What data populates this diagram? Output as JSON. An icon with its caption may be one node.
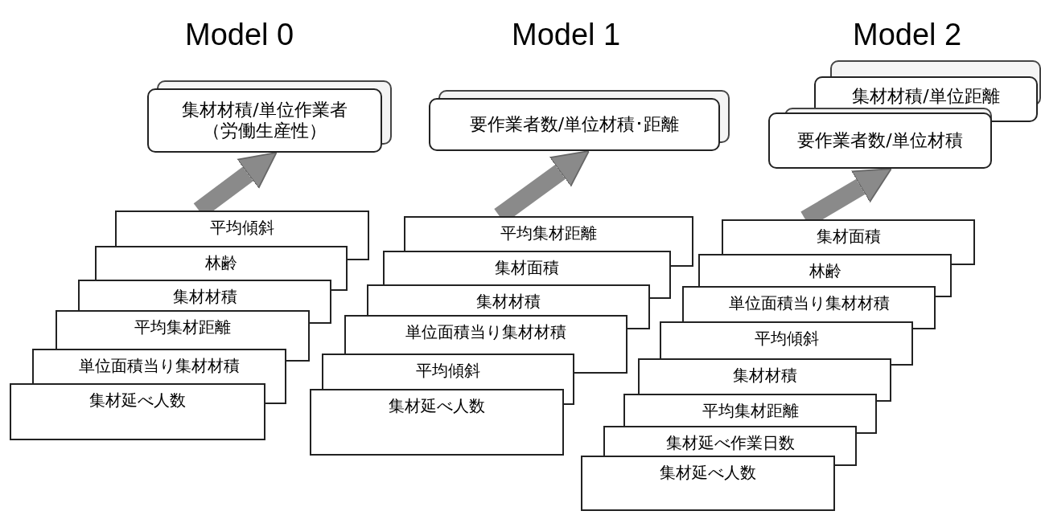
{
  "diagram": {
    "nodes": [
      {
        "text": [
          "集材材積/単位作業者（労働生産性）"
        ]
      },
      {
        "text": [
          "平均傾斜"
        ]
      },
      {
        "text": [
          "林齢"
        ]
      },
      {
        "text": [
          "集材材積"
        ]
      },
      {
        "text": [
          "平均集材距離"
        ]
      },
      {
        "text": [
          "単位面積当り集材材積"
        ]
      },
      {
        "text": [
          "集材延べ人数"
        ]
      },
      {
        "text": [
          "要作業者数/単位材積･距離"
        ]
      },
      {
        "text": [
          "平均集材距離"
        ]
      },
      {
        "text": [
          "集材面積"
        ]
      },
      {
        "text": [
          "集材材積"
        ]
      },
      {
        "text": [
          "単位面積当り集材材積"
        ]
      },
      {
        "text": [
          "平均傾斜"
        ]
      },
      {
        "text": [
          "集材延べ人数"
        ]
      },
      {
        "text": [
          "集材材積/単位距離"
        ]
      },
      {
        "text": [
          "要作業者数/単位材積"
        ]
      },
      {
        "text": [
          "集材面積"
        ]
      },
      {
        "text": [
          "林齢"
        ]
      },
      {
        "text": [
          "単位面積当り集材材積"
        ]
      },
      {
        "text": [
          "平均傾斜"
        ]
      },
      {
        "text": [
          "集材材積"
        ]
      },
      {
        "text": [
          "平均集材距離"
        ]
      },
      {
        "text": [
          "集材延べ作業日数"
        ]
      },
      {
        "text": [
          "集材延べ人数"
        ]
      }
    ],
    "edges": [
      {
        "from": 1,
        "to": 0,
        "arrow": "to"
      },
      {
        "from": 8,
        "to": 7,
        "arrow": "to"
      },
      {
        "from": 16,
        "to": 15,
        "arrow": "to"
      }
    ],
    "labels": [
      "Model 0",
      "Model 1",
      "Model 2"
    ]
  }
}
